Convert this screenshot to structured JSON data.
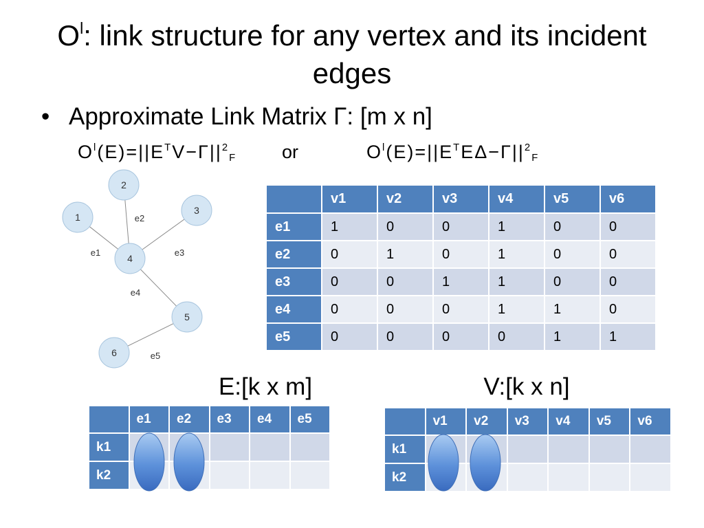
{
  "slide": {
    "title": {
      "prefix": "O",
      "sup": "l",
      "line1": ": link structure for any vertex and its incident",
      "line2": "edges"
    },
    "bullet": "Approximate Link Matrix Γ: [m x n]",
    "formula_left": {
      "o": "O",
      "sup": "l",
      "body": "(E)=||E",
      "t": "T",
      "rest": "V−Γ||",
      "pow": "2",
      "sub": "F"
    },
    "or": "or",
    "formula_right": {
      "o": "O",
      "sup": "l",
      "body": "(E)=||E",
      "t": "T",
      "rest": "EΔ−Γ||",
      "pow": "2",
      "sub": "F"
    }
  },
  "graph": {
    "nodes": [
      "1",
      "2",
      "3",
      "4",
      "5",
      "6"
    ],
    "edge_labels": [
      "e1",
      "e2",
      "e3",
      "e4",
      "e5"
    ]
  },
  "link_matrix": {
    "columns": [
      "v1",
      "v2",
      "v3",
      "v4",
      "v5",
      "v6"
    ],
    "rows": [
      {
        "label": "e1",
        "values": [
          1,
          0,
          0,
          1,
          0,
          0
        ]
      },
      {
        "label": "e2",
        "values": [
          0,
          1,
          0,
          1,
          0,
          0
        ]
      },
      {
        "label": "e3",
        "values": [
          0,
          0,
          1,
          1,
          0,
          0
        ]
      },
      {
        "label": "e4",
        "values": [
          0,
          0,
          0,
          1,
          1,
          0
        ]
      },
      {
        "label": "e5",
        "values": [
          0,
          0,
          0,
          0,
          1,
          1
        ]
      }
    ]
  },
  "e_matrix": {
    "caption": "E:[k x m]",
    "columns": [
      "e1",
      "e2",
      "e3",
      "e4",
      "e5"
    ],
    "rows": [
      {
        "label": "k1"
      },
      {
        "label": "k2"
      }
    ]
  },
  "v_matrix": {
    "caption": "V:[k x n]",
    "columns": [
      "v1",
      "v2",
      "v3",
      "v4",
      "v5",
      "v6"
    ],
    "rows": [
      {
        "label": "k1"
      },
      {
        "label": "k2"
      }
    ]
  },
  "colors": {
    "header_blue": "#4f81bd",
    "row_dark": "#d0d8e8",
    "row_light": "#e9edf4",
    "node_fill": "#d5e6f4",
    "node_stroke": "#a8c5de",
    "ellipse_blue": "#3d70c0"
  }
}
